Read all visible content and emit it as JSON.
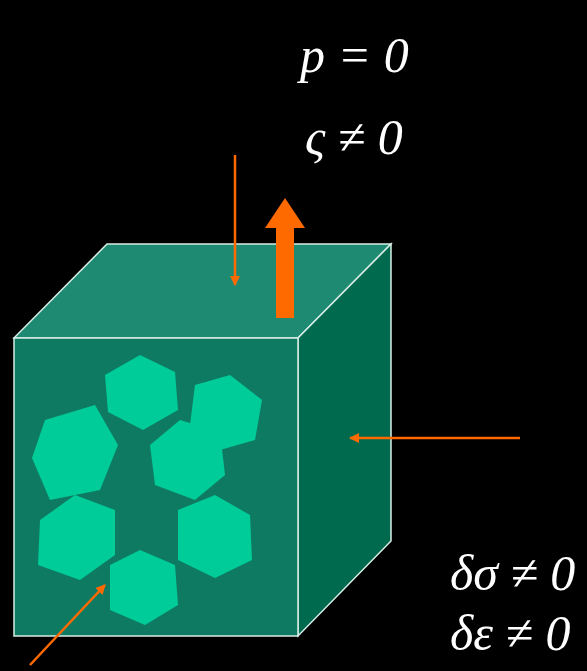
{
  "diagram": {
    "labels": [
      "p = 0",
      "ς ≠ 0",
      "δσ ≠ 0",
      "δε ≠ 0"
    ]
  }
}
